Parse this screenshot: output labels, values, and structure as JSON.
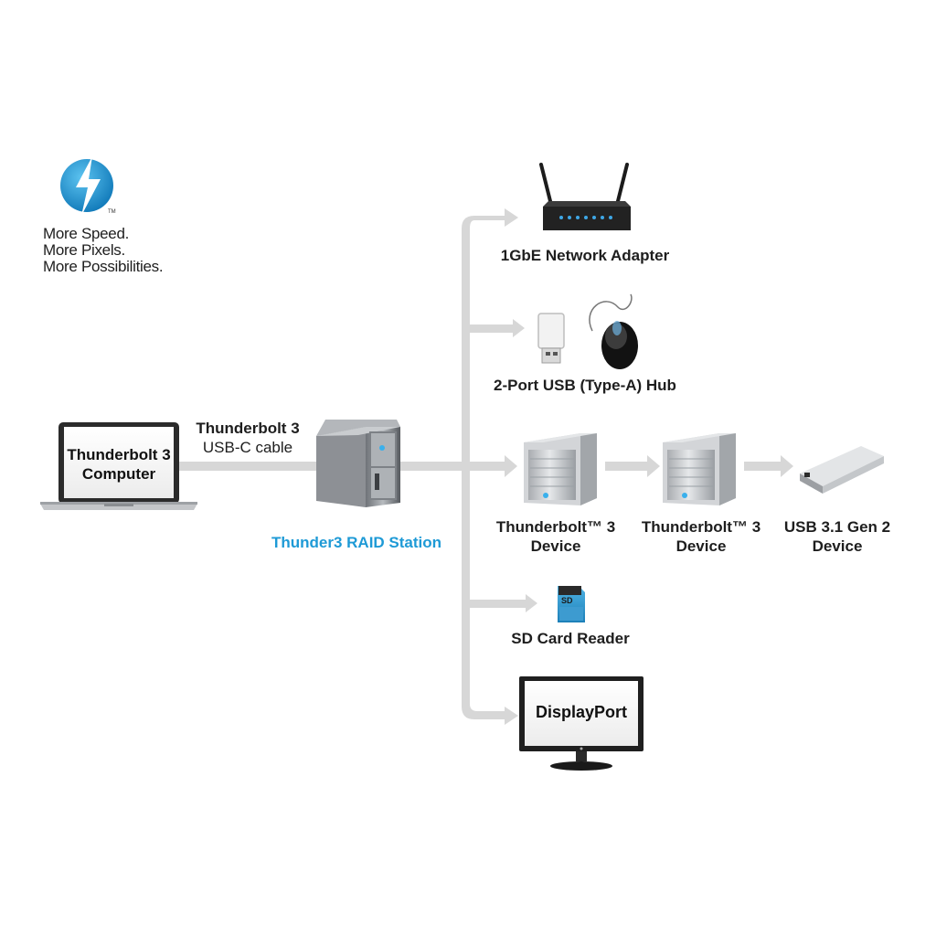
{
  "logo": {
    "trademark": "TM",
    "taglines": [
      "More Speed.",
      "More Pixels.",
      "More Possibilities."
    ]
  },
  "computer": {
    "line1": "Thunderbolt 3",
    "line2": "Computer"
  },
  "cable": {
    "line1": "Thunderbolt 3",
    "line2": "USB-C cable"
  },
  "hub": {
    "label": "Thunder3 RAID Station",
    "color": "#1e9ad6"
  },
  "endpoints": {
    "network": "1GbE Network Adapter",
    "usb_hub": "2-Port USB (Type-A) Hub",
    "tb_device_1": [
      "Thunderbolt™ 3",
      "Device"
    ],
    "tb_device_2": [
      "Thunderbolt™ 3",
      "Device"
    ],
    "usb31_device": [
      "USB 3.1 Gen 2",
      "Device"
    ],
    "sd_card": "SD Card Reader",
    "sd_badge": "SD",
    "displayport": "DisplayPort"
  },
  "colors": {
    "connector": "#d7d7d7",
    "accent": "#1e9ad6",
    "text": "#1e1e1e"
  }
}
